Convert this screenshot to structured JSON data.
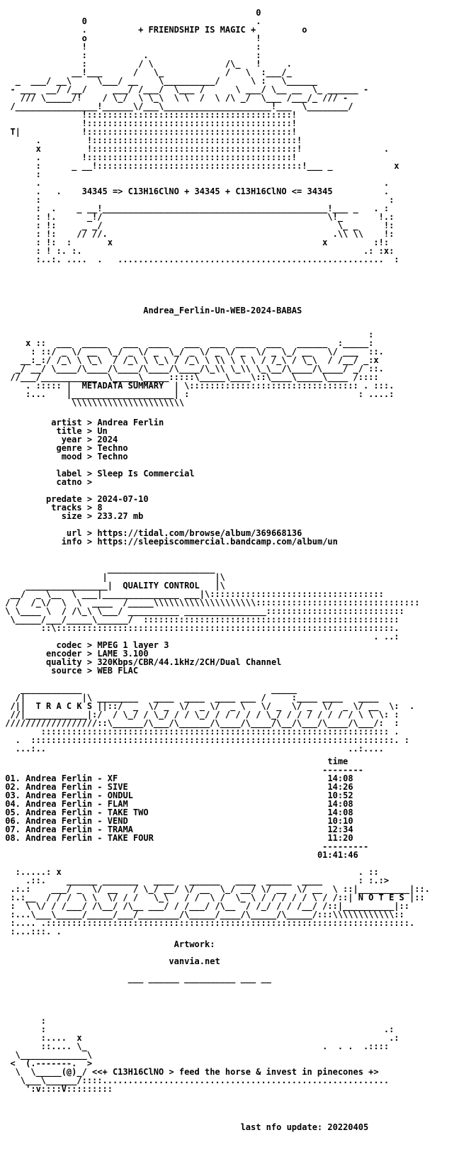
{
  "header_art": [
    "",
    "                                                  0",
    "                0                                 .",
    "                .          + FRIENDSHIP IS MAGIC +         o",
    "                o                                 !",
    "                !                                 :",
    "                :           .                     :",
    "                :          / \\              /\\_   !     .",
    "              __!___      /   \\_            /   \\  :___/_",
    "   _  ___/ __\\     \\___/ __    \\__________/      \\ :   \\______",
    "  - ___  __/ /__/     ___/ /___/  \\___ /      \\ ___/ \\__ __  \\_ ______ -",
    "    /// \\_____/!    / \\_/  \\ \\_\\  \\ \\  /  \\ /\\ _/  \\___ /___/_ /// -",
    "  /________________!______\\/___\\_____________________!___  \\________/",
    "                !::::::::::::::::::::::::::::::::::::::::!",
    "                !::::::::::::::::::::::::::::::::::::::::!",
    "  T|            !::::::::::::::::::::::::::::::::::::::::!",
    "       .         !::::::::::::::::::::::::::::::::::::::::!",
    "       x         !::::::::::::::::::::::::::::::::::::::::!                .",
    "       .        !::::::::::::::::::::::::::::::::::::::::!",
    "       :      _ __!::::::::::::::::::::::::::::::::::::::::!___ _            x",
    "       :",
    "       .                                                                   .",
    "       .   .    34345 => C13H16ClNO + 34345 + C13H16ClNO <= 34345          .",
    "       :                                                                    :",
    "       :  .    _ __!____________________________________________!___ _   . :",
    "       : !.      _!/                                            \\!_       !.:",
    "       : !:     _ _/                                              \\_ _     !:",
    "       : !:    // //.                                            .\\\\ \\\\    !:",
    "       : !:  :       x                                         x         :!:",
    "       : ! :. :.                                                       .: :x:",
    "       :..:. ....  .   ....................................................  :"
  ],
  "release_name": "Andrea_Ferlin-Un-WEB-2024-BABAS",
  "metadata_banner": [
    "                                                                        :",
    "     x ::  ___  _____   ___  ____   ___  ___  ____  ___   ______  :_____:",
    "      : ::/ _ \\/ __  \\_/ _ \\/ _  \\_/ _ \\/ _ \\/ _  \\/ _ \\_/ __   \\/ ___  ::.",
    "    __:_:/ /_\\ \\ \\_\\  / /_\\ \\ \\_\\ / /_\\ \\ \\\\ \\ \\ \\ / /_\\ / \\_\\  / /__/ _:x",
    "   _/ __/ \\____/\\____/\\____/\\____/\\____/\\_\\\\ \\_\\\\ \\_\\__/\\____/\\____/ _/ ::.",
    "  //___/___________  \\_____\\_____:::::\\_____\\____\\::\\____\\_____\\____ /::::",
    "     . ::::: |  METADATA SUMMARY  | \\::::::::::::::::::::::::::::::::: . :::.",
    "     :...    |____________________| :                                 : ....:",
    "              \\\\\\\\\\\\\\\\\\\\\\\\\\\\\\\\\\\\\\\\\\\\"
  ],
  "metadata": {
    "artist_label": "artist",
    "artist": "Andrea Ferlin",
    "title_label": "title",
    "title": "Un",
    "year_label": "year",
    "year": "2024",
    "genre_label": "genre",
    "genre": "Techno",
    "mood_label": "mood",
    "mood": "Techno",
    "label_label": "label",
    "label": "Sleep Is Commercial",
    "catno_label": "catno",
    "catno": "",
    "predate_label": "predate",
    "predate": "2024-07-10",
    "tracks_label": "tracks",
    "tracks": "8",
    "size_label": "size",
    "size": "233.27 mb",
    "url_label": "url",
    "url": "https://tidal.com/browse/album/369668136",
    "info_label": "info",
    "info": "https://sleepiscommercial.bandcamp.com/album/un",
    "separator": ">"
  },
  "quality_banner": [
    "                     _____________________",
    "                    |                     |\\",
    "     ________________|  QUALITY CONTROL   |\\",
    "  __/  _ \\__  \\ ___|_______________ ___|\\::::::::::::::::::::::::::::::::::",
    " / /  /_\\/  \\  \\  ____  /_____\\\\\\\\\\\\\\\\\\\\\\\\\\\\\\\\\\\\\\\\::::::::::::::::::::::::::::::::",
    " \\ \\____ \\  / /\\_\\ \\___/ __________ ________________:::::::::::::::::::::::::::",
    "  \\_____/___/_____\\______/  ::::::::::::::::::::::::::::::::::::::::::::::::::",
    "        ::\\::::::::::::::::::::::::::::::::::::::::::::::::::::::::::::::::::.",
    "                                                                         . ..:"
  ],
  "quality": {
    "codec_label": "codec",
    "codec": "MPEG 1 layer 3",
    "encoder_label": "encoder",
    "encoder": "LAME 3.100",
    "quality_label": "quality",
    "quality": "320Kbps/CBR/44.1kHz/2CH/Dual Channel",
    "source_label": "source",
    "source": "WEB FLAC",
    "separator": ">"
  },
  "tracks_banner": [
    "    ____________                                     _____",
    "   /|           |\\ ________   ____  ____  ____ ___ /     :____ ____   ____",
    "  /||  T R A C K S ||::/  _  \\/ _  \\/  _ \\/  _ \\   \\/ _  \\/ _  \\/  _ \\/ __  \\:  .",
    "  //|____________|:/  / \\_/ / \\_/ / / \\_/ / / / / / \\_/ / / / / / / / \\ \\ \\: :",
    " //////////////////::\\______/\\___/\\______/\\____/\\____/\\__/\\___/\\____/\\___/:  :",
    "        :::::::::::::::::::::::::::::::::::::::::::::::::::::::::::::::::::: .",
    "   .  :::::::::::::::::::::::::::::::::::::::::::::::::::::::::::::::::::::::. :",
    "   ...:..                                                           ..:...."
  ],
  "tracks_header": {
    "time_label": "time",
    "underline": "--------"
  },
  "tracks": [
    {
      "num": "01.",
      "artist": "Andrea Ferlin",
      "title": "XF",
      "time": "14:08"
    },
    {
      "num": "02.",
      "artist": "Andrea Ferlin",
      "title": "SIVE",
      "time": "14:26"
    },
    {
      "num": "03.",
      "artist": "Andrea Ferlin",
      "title": "ONDUL",
      "time": "10:52"
    },
    {
      "num": "04.",
      "artist": "Andrea Ferlin",
      "title": "FLAM",
      "time": "14:08"
    },
    {
      "num": "05.",
      "artist": "Andrea Ferlin",
      "title": "TAKE TWO",
      "time": "14:08"
    },
    {
      "num": "06.",
      "artist": "Andrea Ferlin",
      "title": "VEND",
      "time": "10:10"
    },
    {
      "num": "07.",
      "artist": "Andrea Ferlin",
      "title": "TRAMA",
      "time": "12:34"
    },
    {
      "num": "08.",
      "artist": "Andrea Ferlin",
      "title": "TAKE FOUR",
      "time": "11:20"
    }
  ],
  "tracks_footer": {
    "underline": "---------",
    "total_time": "01:41:46"
  },
  "notes_banner": [
    "   :.....: x                                                          . ::",
    "     .::.    ______ _______   ____   ______   ____  _____  ____       : :.:>",
    "  .:.:    ___/ _  \\/ __   / \\_/ __/ \\/ __  \\_/ __/ \\/ __  \\/ __  \\ ::|__________|::.",
    "  :.:__  / / /  \\ \\  \\/ / /   \\_\\   / /  \\ /  \\_ \\ / / / / / \\ / /::| N O T E S |::",
    "  :  \\ \\/ / /___/ /\\__/ /\\__ ___/ / /___/ /\\__  / /_/ / / /__/ /::|__________|::",
    "  :...\\___\\_____/_____/___/________/\\_____/____/\\_____/\\_____/:::\\\\\\\\\\\\\\\\\\\\\\\\::",
    "  :.... .:::::::::::::::::::::::::::::::::::::::::::::::::::::::::::::::::::::::.",
    "  :...:::. ."
  ],
  "notes": {
    "artwork_label": "Artwork:",
    "artwork_source": "vanvia.net",
    "dashes": "___ ______ __________ ___ __"
  },
  "footer_art": [
    "        :",
    "        :                                                                  .:",
    "        :....  x                                                            .:",
    "        ::.... \\_                                              .  . .  .::::",
    "   \\_____________\\",
    "  <  (.-------.  >",
    "   \\  \\_____(@)_/ <<+ C13H16ClNO > feed the horse & invest in pinecones +>",
    "    \\___\\______/::::........................................................",
    "     ':v::::V:::::::::"
  ],
  "footer": {
    "last_update_label": "last nfo update:",
    "last_update": "20220405"
  }
}
